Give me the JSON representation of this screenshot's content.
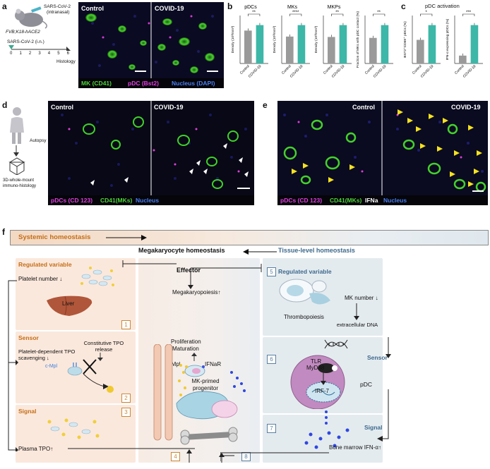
{
  "panels": {
    "a": {
      "label": "a",
      "virus": "SARS-CoV-2",
      "route": "(intranasal)",
      "mouse": "FVB;K18-hACE2",
      "timeline_label": "SARS-CoV-2 (i.n.)",
      "timeline_ticks": [
        "0",
        "1",
        "2",
        "3",
        "4",
        "5",
        "6"
      ],
      "histology": "Histology",
      "img_left": "Control",
      "img_right": "COVID-19",
      "legend": {
        "mk": "MK (CD41)",
        "pdc": "pDC (Bst2)",
        "nuc": "Nucleus (DAPI)"
      }
    },
    "b": {
      "label": "b",
      "charts": [
        {
          "title": "pDCs",
          "ylabel": "Density (10³/mm³)",
          "sig": "**"
        },
        {
          "title": "MKs",
          "ylabel": "Density (10³/mm³)",
          "sig": "****"
        },
        {
          "title": "MKPs",
          "ylabel": "Density (10³/mm³)",
          "sig": "**"
        },
        {
          "title": "",
          "ylabel": "Fraction of MKs with pDC contact (%)",
          "sig": "**"
        }
      ],
      "xcats": [
        "Control",
        "COVID-19"
      ]
    },
    "c": {
      "label": "c",
      "title": "pDC activation",
      "charts": [
        {
          "ylabel": "BST2⁺CD69⁺ pDCs (%)",
          "sig": "*"
        },
        {
          "ylabel": "IFN-α expressing pDCs (%)",
          "sig": "***"
        }
      ],
      "xcats": [
        "Control",
        "COVID-19"
      ]
    },
    "d": {
      "label": "d",
      "autopsy": "Autopsy",
      "mount": "3D-whole-mount immuno-histology",
      "img_left": "Control",
      "img_right": "COVID-19",
      "legend": {
        "pdc": "pDCs (CD 123)",
        "mk": "CD41(MKs)",
        "nuc": "Nucleus"
      }
    },
    "e": {
      "label": "e",
      "img_left": "Control",
      "img_right": "COVID-19",
      "legend": {
        "pdc": "pDCs (CD 123)",
        "mk": "CD41(MKs)",
        "ifn": "IFNa",
        "nuc": "Nucleus"
      }
    },
    "f": {
      "label": "f",
      "systemic": "Systemic homeostasis",
      "mk_homeo": "Megakaryocyte homeostasis",
      "tissue": "Tissue-level homeostasis",
      "reg_var": "Regulated variable",
      "platelet_number": "Platelet number",
      "liver": "Liver",
      "sensor": "Sensor",
      "tpo_release": "Constitutive TPO release",
      "pd_scav": "Platelet-dependent TPO scavenging",
      "cmpl": "c-Mpl",
      "signal": "Signal",
      "plasma_tpo": "Plasma TPO",
      "effector": "Effector",
      "megakaryopoiesis": "Megakaryopoiesis",
      "prolif": "Proliferation",
      "matur": "Maturation",
      "cmpl2": "c-Mpl",
      "ifnar": "IFNaR",
      "mk_primed": "MK-primed progenitor",
      "reg_var2": "Regulated variable",
      "thrombopoiesis": "Thrombopoiesis",
      "mk_number": "MK number",
      "ext_dna": "extracellular DNA",
      "sensor2": "Sensor",
      "tlr": "TLR",
      "myd88": "MyD88",
      "irf7": "IRF-7",
      "pdc": "pDC",
      "signal2": "Signal",
      "bm_ifn": "Bone marrow IFN-α",
      "nums": [
        "1",
        "2",
        "3",
        "4",
        "5",
        "6",
        "7",
        "8"
      ]
    }
  },
  "chart_data": [
    {
      "type": "bar",
      "title": "pDCs",
      "categories": [
        "Control",
        "COVID-19"
      ],
      "values": [
        0.9,
        1.05
      ],
      "ylabel": "Density (10³/mm³)"
    },
    {
      "type": "bar",
      "title": "MKs",
      "categories": [
        "Control",
        "COVID-19"
      ],
      "values": [
        4.0,
        5.7
      ],
      "ylabel": "Density (10³/mm³)"
    },
    {
      "type": "bar",
      "title": "MKPs",
      "categories": [
        "Control",
        "COVID-19"
      ],
      "values": [
        0.38,
        0.55
      ],
      "ylabel": "Density (10³/mm³)"
    },
    {
      "type": "bar",
      "categories": [
        "Control",
        "COVID-19"
      ],
      "values": [
        10,
        15
      ],
      "ylabel": "Fraction of MKs with pDC contact (%)"
    },
    {
      "type": "bar",
      "categories": [
        "Control",
        "COVID-19"
      ],
      "values": [
        1.6,
        2.6
      ],
      "ylabel": "BST2⁺CD69⁺ pDCs (%)"
    },
    {
      "type": "bar",
      "categories": [
        "Control",
        "COVID-19"
      ],
      "values": [
        0.8,
        3.9
      ],
      "ylabel": "IFN-α expressing pDCs (%)"
    }
  ],
  "colors": {
    "control": "#9a9a9a",
    "covid": "#3cb7a8",
    "orange": "#c46f18",
    "steel": "#3e6a8c"
  }
}
